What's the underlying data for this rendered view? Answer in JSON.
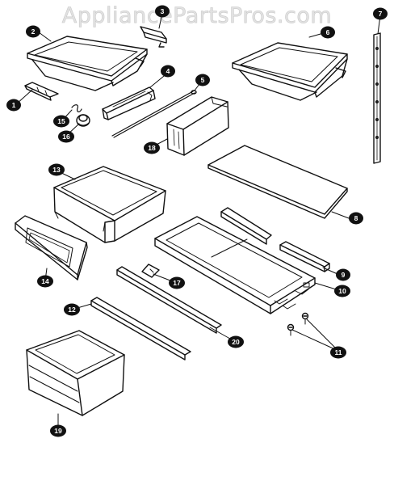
{
  "watermark": "AppliancePartsPros.com",
  "callouts": [
    {
      "id": "c1",
      "label": "1"
    },
    {
      "id": "c2",
      "label": "2"
    },
    {
      "id": "c3",
      "label": "3"
    },
    {
      "id": "c4",
      "label": "4"
    },
    {
      "id": "c5",
      "label": "5"
    },
    {
      "id": "c6",
      "label": "6"
    },
    {
      "id": "c7",
      "label": "7"
    },
    {
      "id": "c8",
      "label": "8"
    },
    {
      "id": "c9",
      "label": "9"
    },
    {
      "id": "c10",
      "label": "10"
    },
    {
      "id": "c11",
      "label": "11"
    },
    {
      "id": "c12",
      "label": "12"
    },
    {
      "id": "c13",
      "label": "13"
    },
    {
      "id": "c14",
      "label": "14"
    },
    {
      "id": "c15",
      "label": "15"
    },
    {
      "id": "c16",
      "label": "16"
    },
    {
      "id": "c17",
      "label": "17"
    },
    {
      "id": "c18",
      "label": "18"
    },
    {
      "id": "c19",
      "label": "19"
    },
    {
      "id": "c20",
      "label": "20"
    }
  ]
}
